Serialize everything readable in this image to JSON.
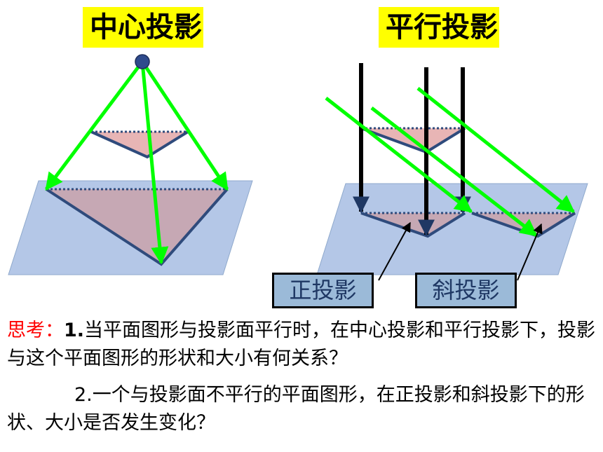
{
  "titles": {
    "central": "中心投影",
    "parallel": "平行投影"
  },
  "labels": {
    "orthographic": "正投影",
    "oblique": "斜投影"
  },
  "questions": {
    "think_label": "思考：",
    "q1_number": "1.",
    "q1_text": "当平面图形与投影面平行时，在中心投影和平行投影下，投影与这个平面图形的形状和大小有何关系？",
    "q2_number": "2.",
    "q2_text": "一个与投影面不平行的平面图形，在正投影和斜投影下的形状、大小是否发生变化？"
  },
  "colors": {
    "title_bg": "#ffff00",
    "plane": "#b4c7e7",
    "triangle_fill": "#d9a3a3",
    "triangle_edge": "#2f4b7c",
    "ray_green": "#00ff00",
    "ray_black": "#000000",
    "label_bg": "#9bbad8",
    "think_red": "#ff0000"
  }
}
